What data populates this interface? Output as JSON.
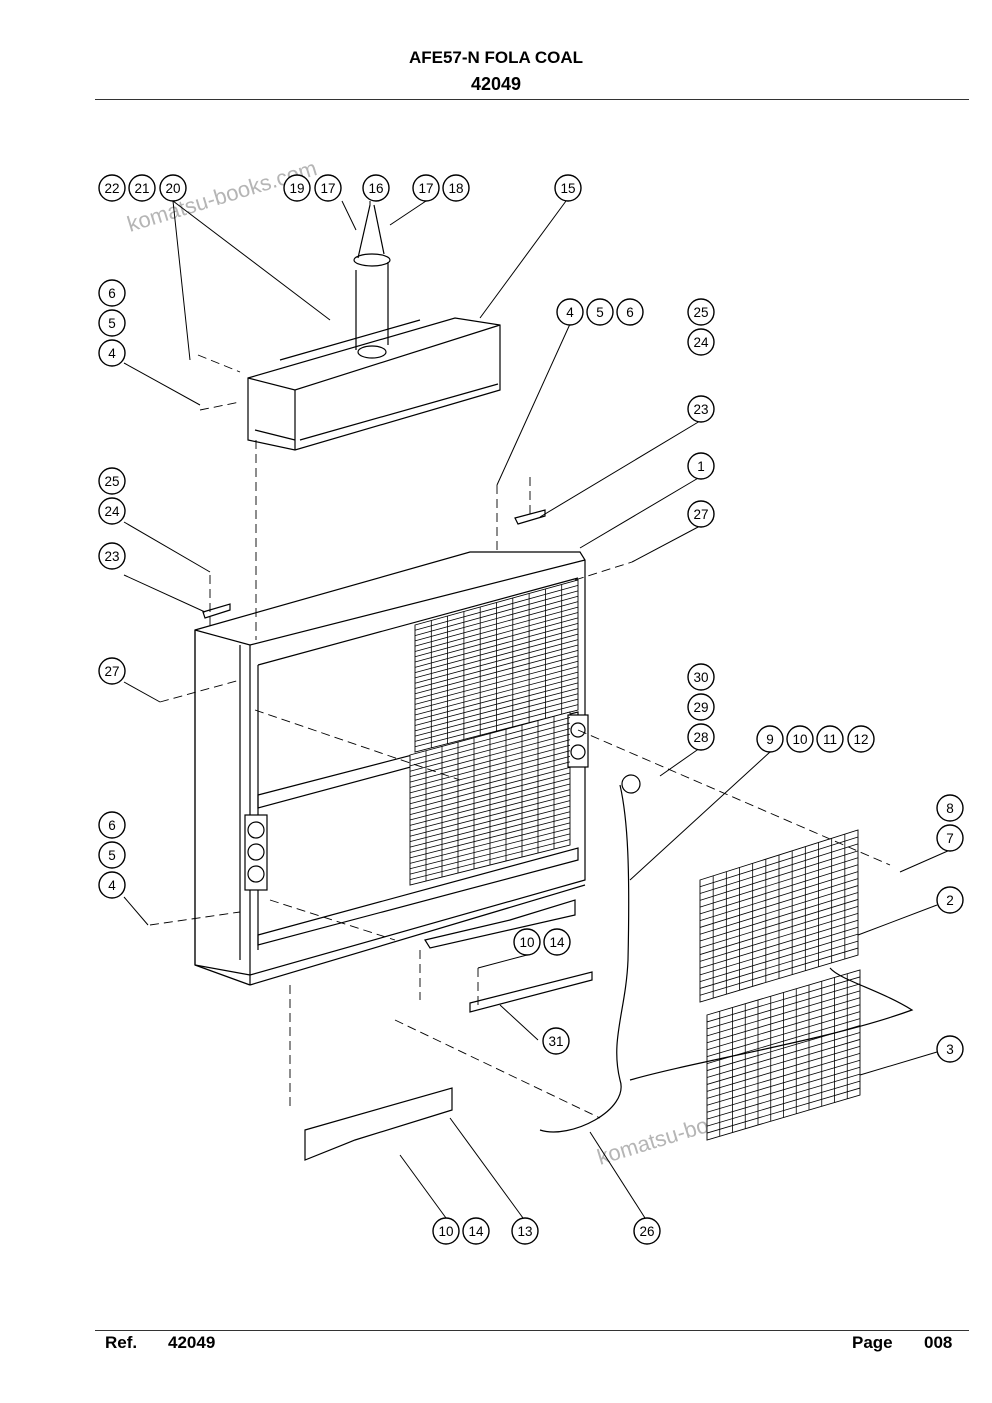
{
  "header": {
    "title": "AFE57-N  FOLA COAL",
    "code": "42049"
  },
  "footer": {
    "ref_label": "Ref.",
    "ref_value": "42049",
    "page_label": "Page",
    "page_value": "008"
  },
  "watermark": "komatsu-books.com",
  "callouts": [
    "1",
    "2",
    "3",
    "4",
    "5",
    "6",
    "7",
    "8",
    "9",
    "10",
    "11",
    "12",
    "13",
    "14",
    "15",
    "16",
    "17",
    "18",
    "19",
    "20",
    "21",
    "22",
    "23",
    "24",
    "25",
    "26",
    "27",
    "28",
    "29",
    "30",
    "31"
  ]
}
